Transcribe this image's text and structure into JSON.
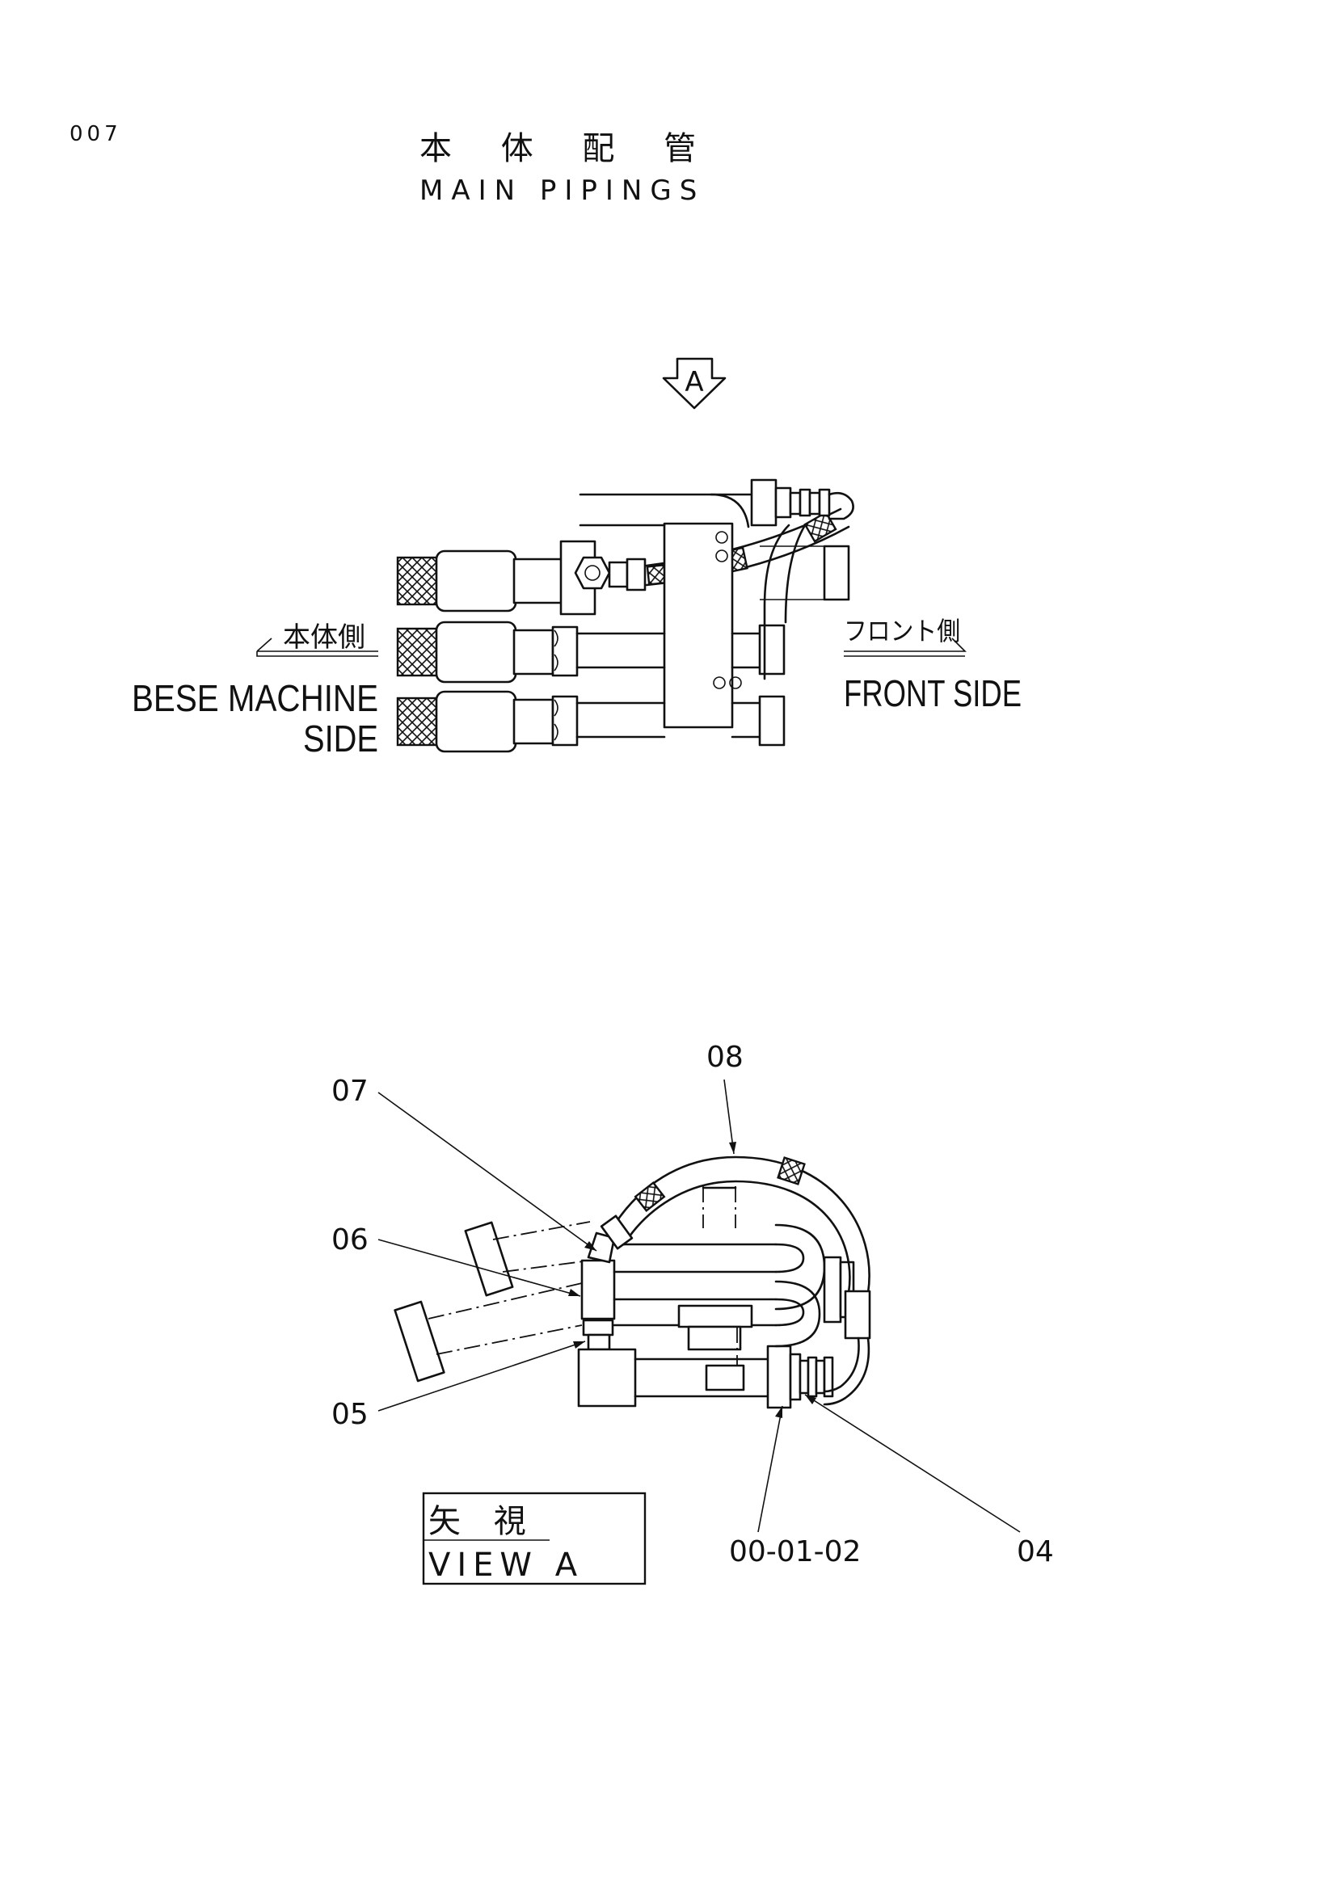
{
  "page": {
    "number": "007",
    "title_jp": "本 体 配 管",
    "title_en": "MAIN PIPINGS"
  },
  "side_view": {
    "arrow_label": "A",
    "left_label_jp": "本体側",
    "left_label_en_1": "BESE MACHINE",
    "left_label_en_2": "SIDE",
    "right_label_jp": "フロント側",
    "right_label_en": "FRONT SIDE"
  },
  "view_a": {
    "callouts": [
      "07",
      "06",
      "05",
      "08",
      "00-01-02",
      "04"
    ],
    "box_label_jp": "矢 視",
    "box_label_en": "VIEW  A"
  }
}
